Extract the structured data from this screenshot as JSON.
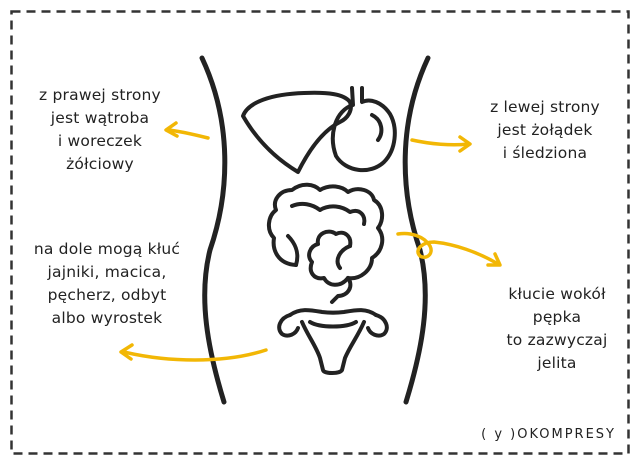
{
  "annotations": {
    "right_side": "z prawej strony\njest wątroba\ni woreczek\nżółciowy",
    "left_side": "z lewej strony\njest żołądek\ni śledziona",
    "lower": "na dole mogą kłuć\njajniki, macica,\npęcherz, odbyt\nalbo wyrostek",
    "navel": "kłucie wokół\npępka\nto zazwyczaj\njelita"
  },
  "brand": "( y )OKOMPRESY",
  "colors": {
    "ink": "#222222",
    "accent": "#F2B705",
    "border": "#333333"
  },
  "icons": [
    "liver-icon",
    "stomach-icon",
    "intestine-icon",
    "uterus-icon"
  ]
}
